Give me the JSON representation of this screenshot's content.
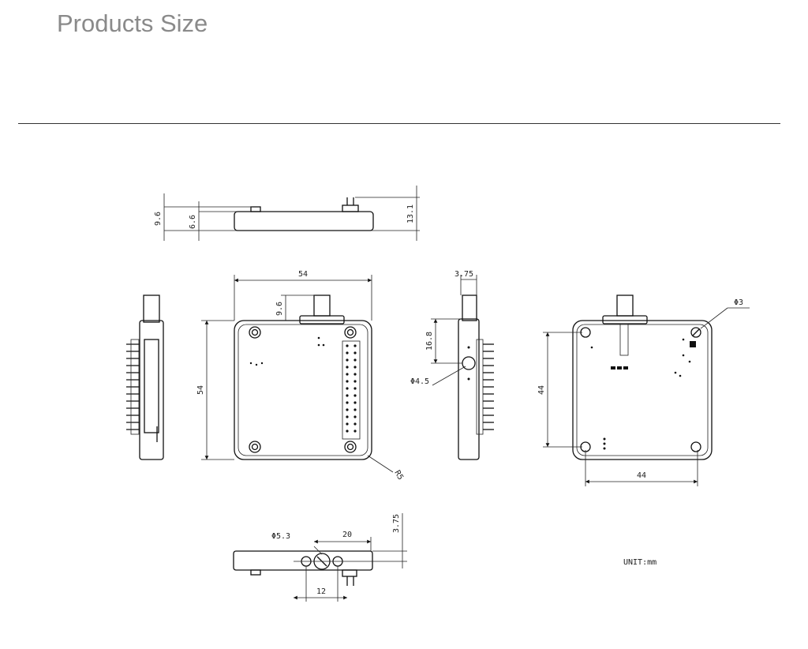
{
  "title": "Products Size",
  "unit_label": "UNIT:mm",
  "dimensions": {
    "top_height_total": "9.6",
    "top_height_body": "6.6",
    "top_height_pins": "13.1",
    "front_width": "54",
    "front_height": "54",
    "front_connector": "9.6",
    "corner_radius": "R5",
    "side_width": "3.75",
    "side_height": "16.8",
    "side_hole": "Φ4.5",
    "back_hole": "Φ3",
    "back_height": "44",
    "back_width": "44",
    "bottom_hole": "Φ5.3",
    "bottom_span": "20",
    "bottom_offset": "3.75",
    "bottom_spacing": "12"
  }
}
